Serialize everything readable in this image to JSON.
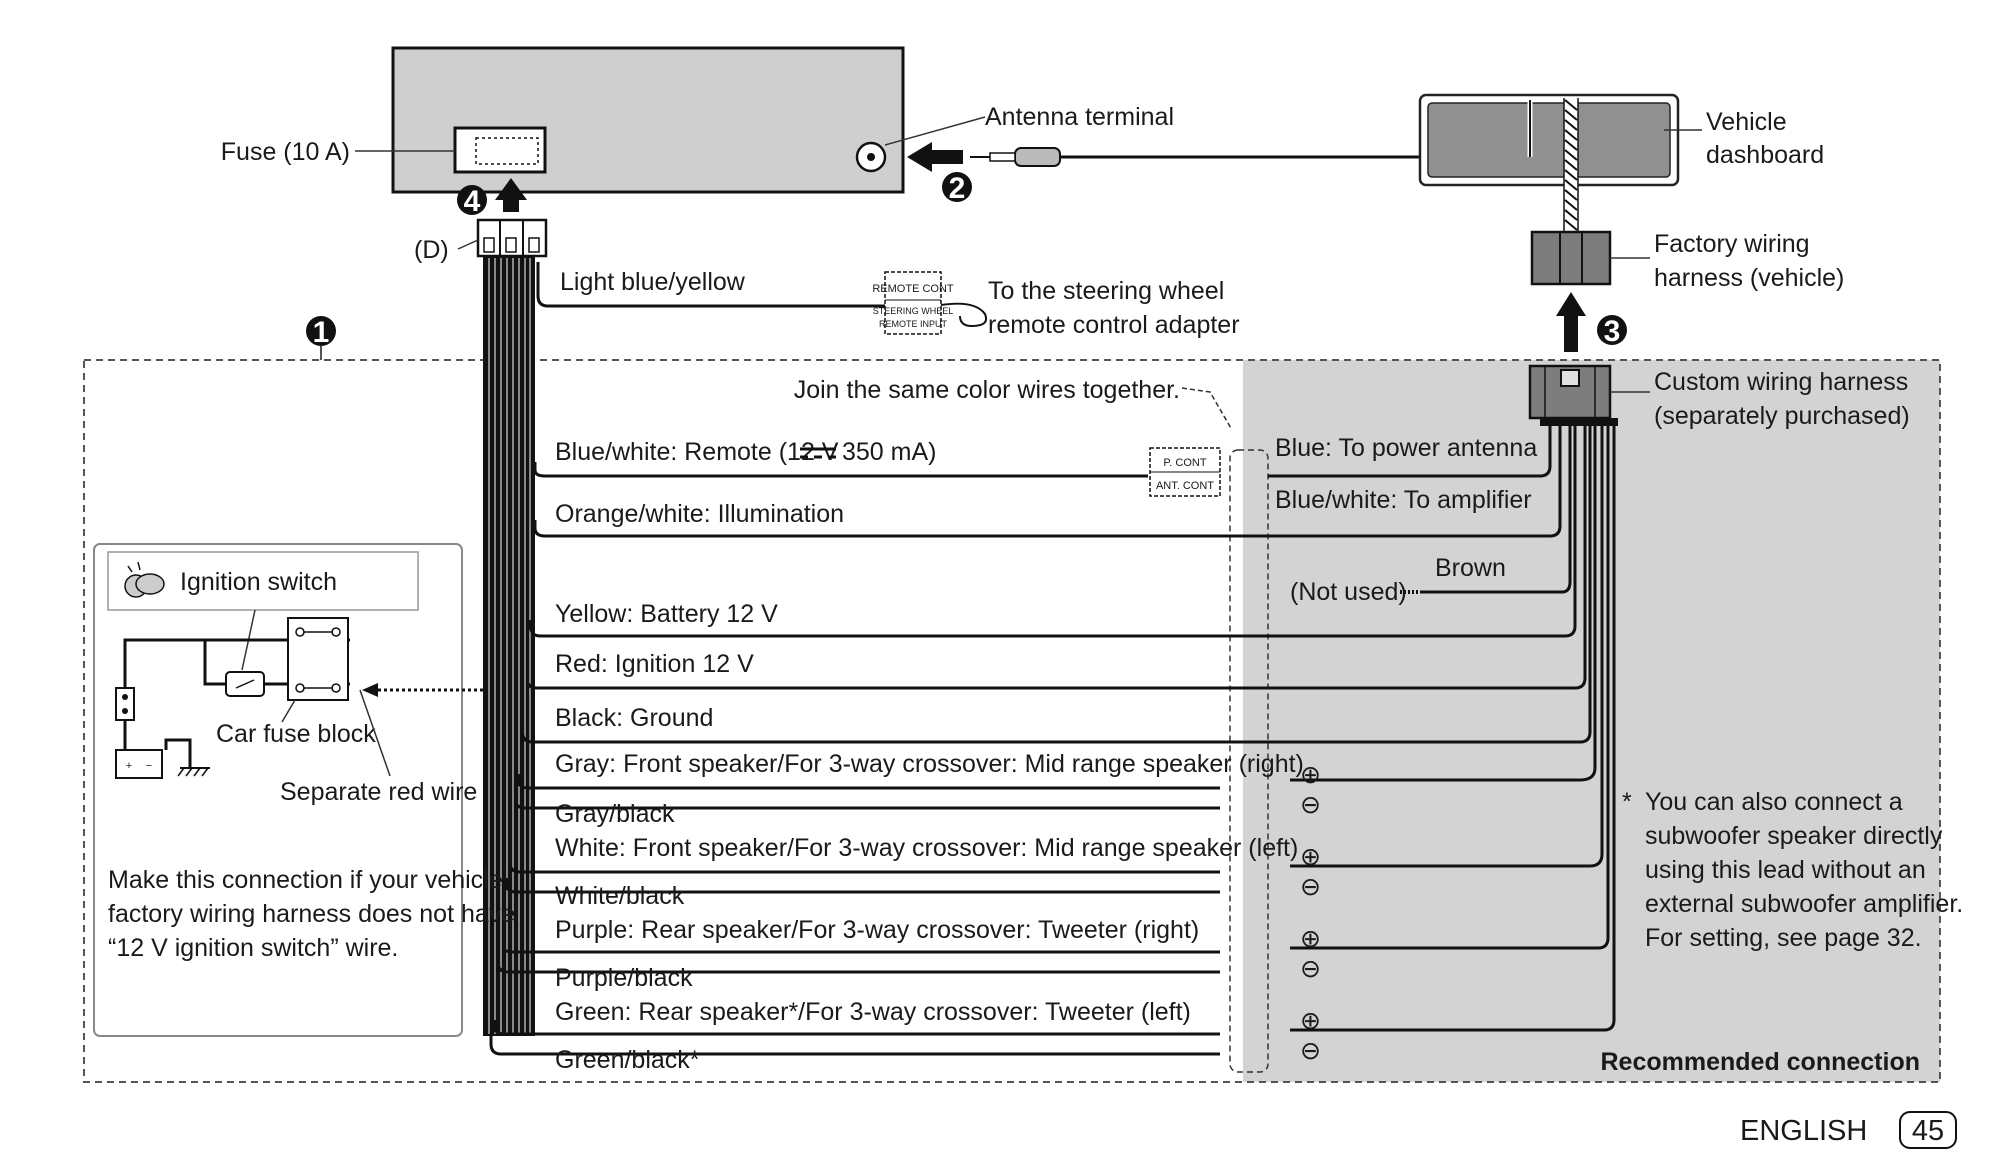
{
  "page": {
    "language": "ENGLISH",
    "number": "45"
  },
  "steps": {
    "s1": "1",
    "s2": "2",
    "s3": "3",
    "s4": "4"
  },
  "unit": {
    "fuse_label": "Fuse (10 A)",
    "antenna_terminal_label": "Antenna terminal",
    "connector_d_label": "(D)"
  },
  "vehicle": {
    "dashboard_label_line1": "Vehicle",
    "dashboard_label_line2": "dashboard",
    "factory_harness_line1": "Factory wiring",
    "factory_harness_line2": "harness (vehicle)",
    "custom_harness_line1": "Custom wiring harness",
    "custom_harness_line2": "(separately purchased)"
  },
  "steering": {
    "wire_label": "Light blue/yellow",
    "tag_line1": "REMOTE CONT",
    "tag_line2": "STEERING WHEEL",
    "tag_line3": "REMOTE INPUT",
    "target_line1": "To the steering wheel",
    "target_line2": "remote control adapter"
  },
  "join_note": "Join the same color wires together.",
  "pcont_tag": {
    "line1": "P. CONT",
    "line2": "ANT. CONT"
  },
  "wires_left": {
    "blue_white_prefix": "Blue/white: Remote (12 V",
    "blue_white_suffix": "350 mA)",
    "orange_white": "Orange/white: Illumination",
    "yellow": "Yellow: Battery 12 V",
    "red": "Red: Ignition 12 V",
    "black": "Black: Ground",
    "gray": "Gray: Front speaker/For 3-way crossover: Mid range speaker (right)",
    "gray_black": "Gray/black",
    "white": "White: Front speaker/For 3-way crossover: Mid range speaker (left)",
    "white_black": "White/black",
    "purple": "Purple: Rear speaker/For 3-way crossover: Tweeter (right)",
    "purple_black": "Purple/black",
    "green": "Green: Rear speaker*/For 3-way crossover: Tweeter (left)",
    "green_black": "Green/black*"
  },
  "wires_right": {
    "blue": "Blue: To power antenna",
    "blue_white": "Blue/white: To amplifier",
    "brown": "Brown",
    "not_used": "(Not used)"
  },
  "ignition_box": {
    "switch_label": "Ignition switch",
    "fuse_block_label": "Car fuse block",
    "separate_wire_label": "Separate red wire",
    "note_line1": "Make this connection if your vehicle",
    "note_line2": "factory wiring harness does not have",
    "note_line3": "“12 V ignition switch” wire."
  },
  "polarity": {
    "plus": "⊕",
    "minus": "⊖"
  },
  "subwoofer_note": {
    "star": "*",
    "line1": "You can also connect a",
    "line2": "subwoofer speaker directly",
    "line3": "using this lead without an",
    "line4": "external subwoofer amplifier.",
    "line5": "For setting, see page 32."
  },
  "recommended_label": "Recommended connection"
}
